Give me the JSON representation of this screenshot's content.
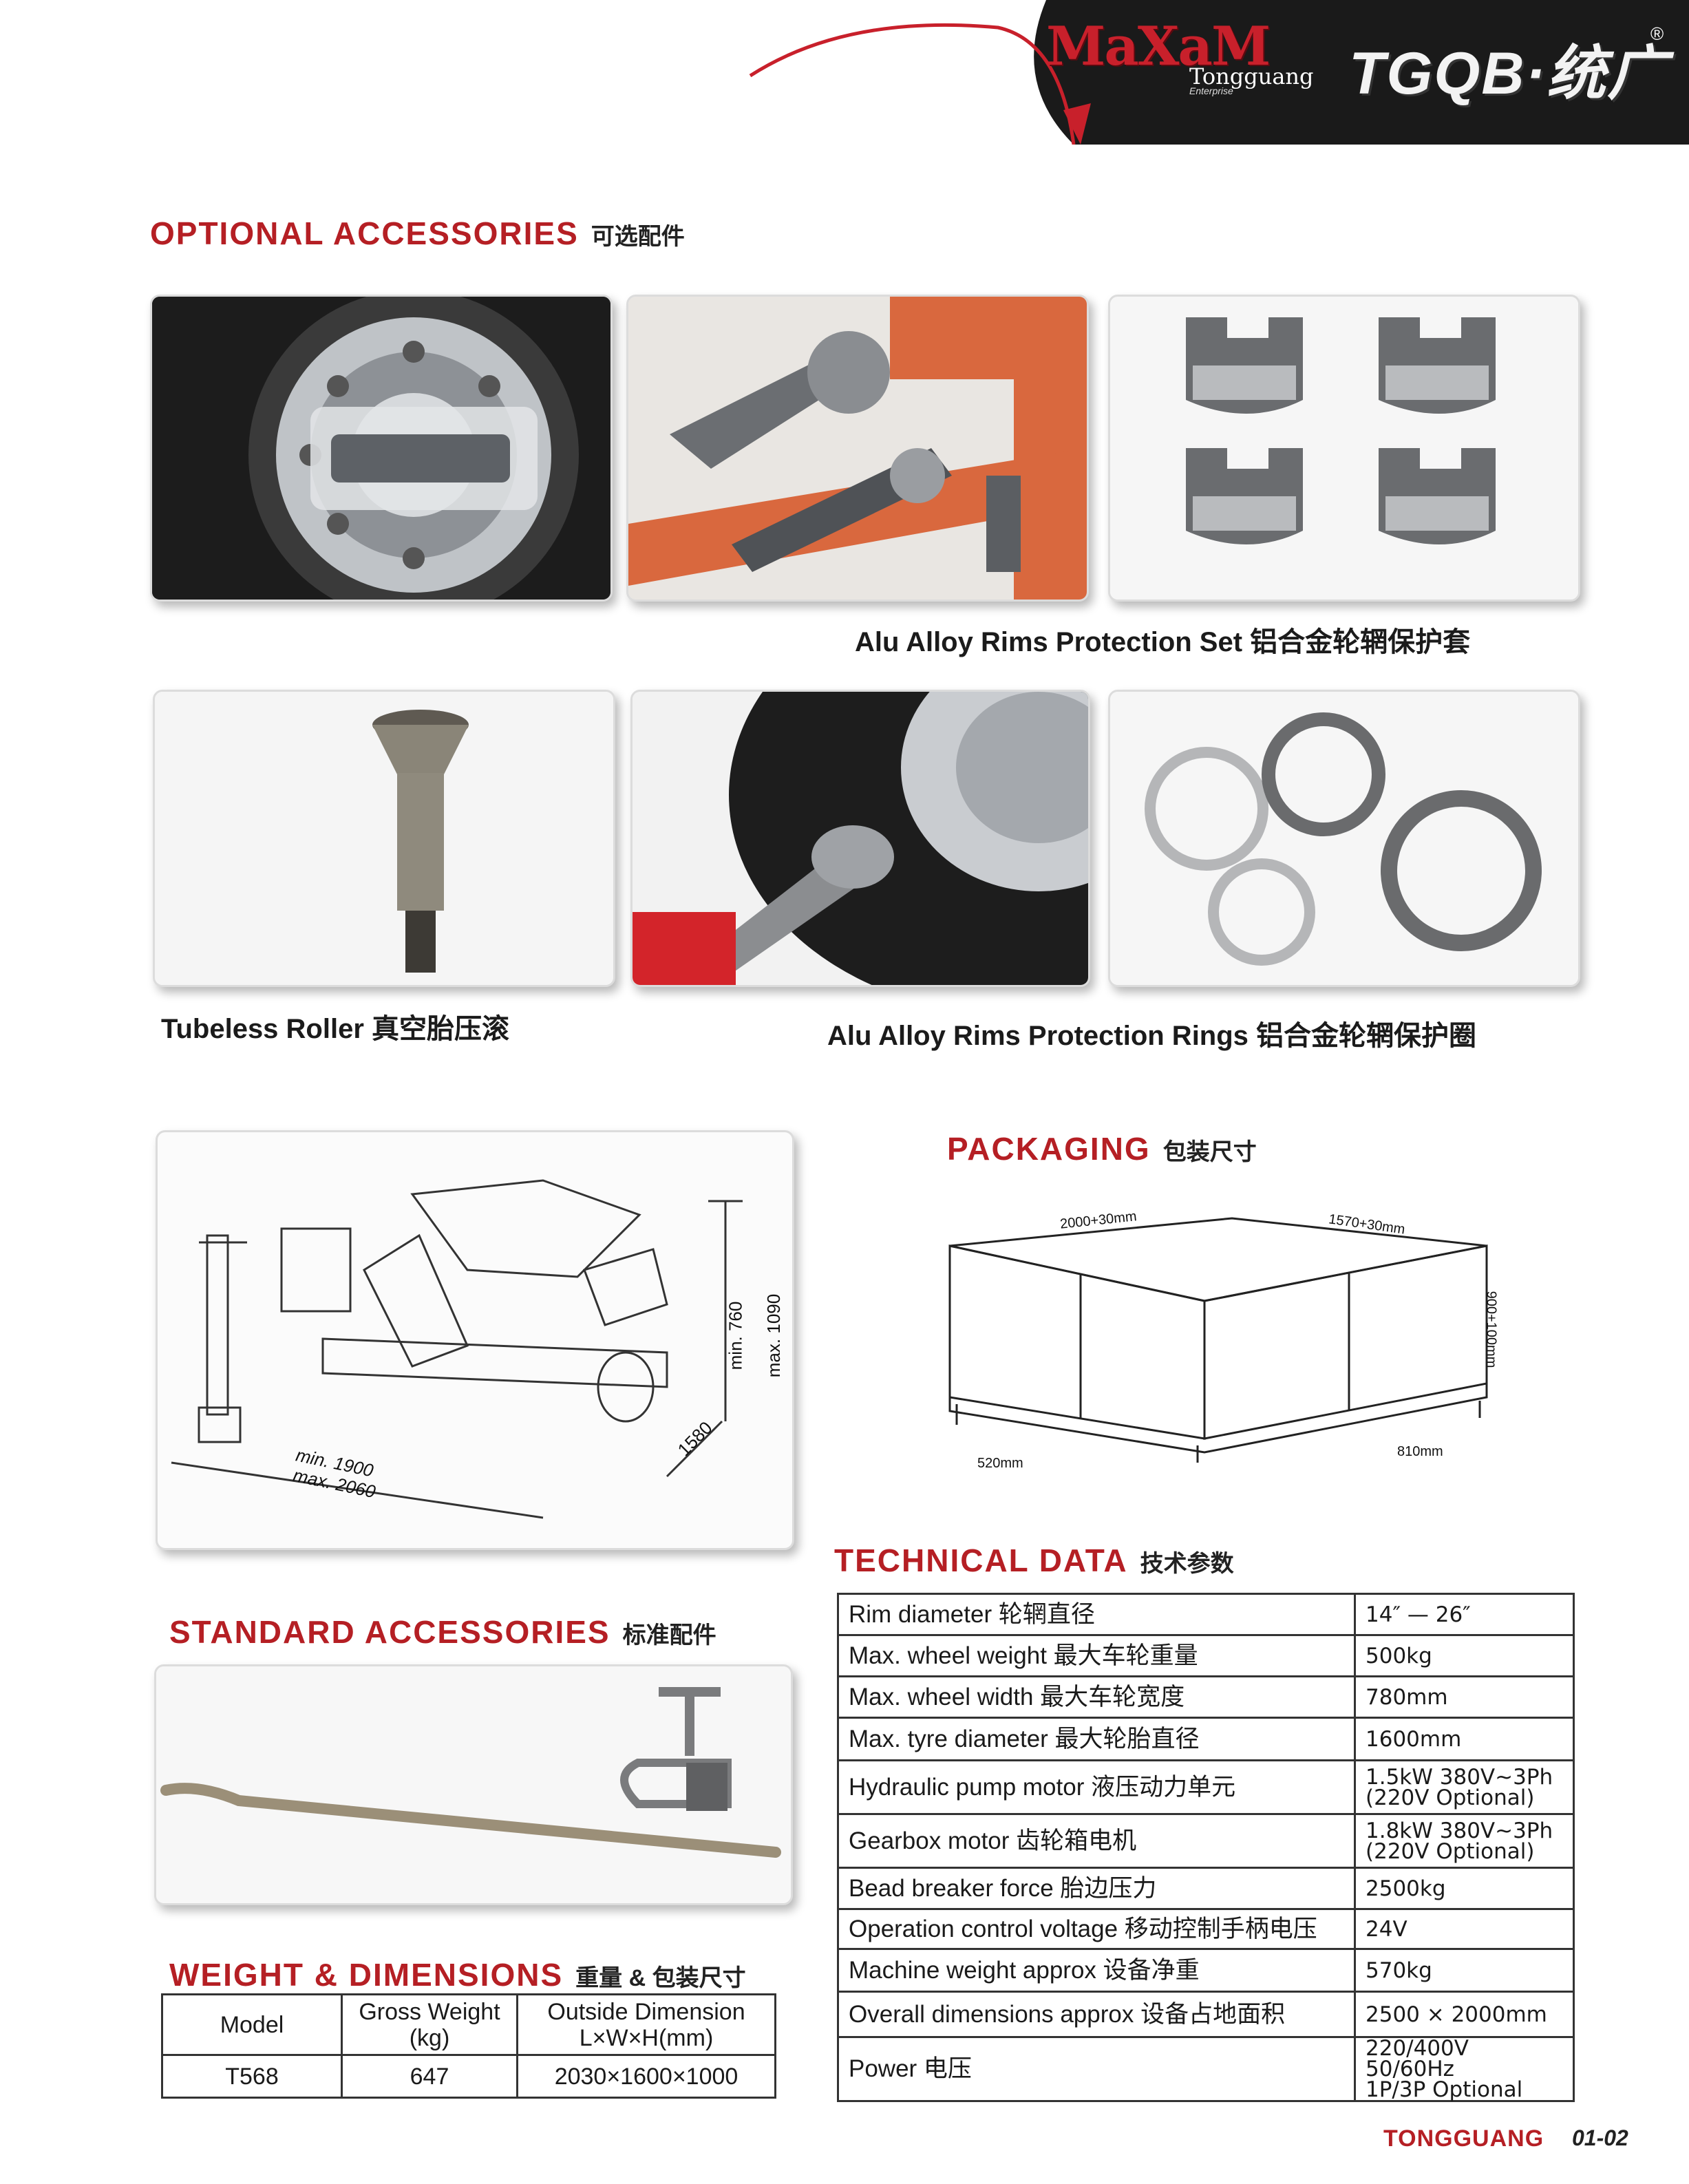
{
  "header": {
    "brand_main": "MaXaM",
    "brand_sub": "Tongguang",
    "brand_enterprise": "Enterprise",
    "brand_secondary": "TGQB·统广",
    "registered_mark": "®"
  },
  "optional_accessories": {
    "title": "OPTIONAL ACCESSORIES",
    "title_cn": "可选配件",
    "captions": {
      "rims_set": "Alu Alloy Rims Protection Set  铝合金轮辋保护套",
      "tubeless_roller": "Tubeless Roller  真空胎压滚",
      "rims_rings": "Alu Alloy Rims Protection Rings  铝合金轮辋保护圈"
    }
  },
  "machine_drawing": {
    "labels": [
      "min. 760",
      "max. 1090",
      "1580",
      "min. 1900",
      "max. 2060"
    ]
  },
  "packaging": {
    "title": "PACKAGING",
    "title_cn": "包装尺寸",
    "labels": [
      "2000+30mm",
      "1570+30mm",
      "900+100mm",
      "520mm",
      "810mm"
    ]
  },
  "standard_accessories": {
    "title": "STANDARD ACCESSORIES",
    "title_cn": "标准配件"
  },
  "weight_dimensions": {
    "title": "WEIGHT & DIMENSIONS",
    "title_cn": "重量 & 包装尺寸",
    "headers": [
      "Model",
      "Gross Weight (kg)",
      "Outside Dimension L×W×H(mm)"
    ],
    "row": [
      "T568",
      "647",
      "2030×1600×1000"
    ]
  },
  "technical_data": {
    "title": "TECHNICAL DATA",
    "title_cn": "技术参数",
    "rows": [
      {
        "label": "Rim diameter 轮辋直径",
        "value": "14″  —  26″"
      },
      {
        "label": "Max. wheel weight 最大车轮重量",
        "value": "500kg"
      },
      {
        "label": "Max. wheel width 最大车轮宽度",
        "value": "780mm"
      },
      {
        "label": "Max. tyre diameter 最大轮胎直径",
        "value": "1600mm"
      },
      {
        "label": "Hydraulic pump motor 液压动力单元",
        "value": "1.5kW 380V~3Ph\n(220V Optional)"
      },
      {
        "label": "Gearbox motor 齿轮箱电机",
        "value": "1.8kW 380V~3Ph\n(220V Optional)"
      },
      {
        "label": "Bead breaker force 胎边压力",
        "value": "2500kg"
      },
      {
        "label": "Operation control voltage 移动控制手柄电压",
        "value": "24V"
      },
      {
        "label": "Machine weight approx 设备净重",
        "value": "570kg"
      },
      {
        "label": "Overall dimensions approx 设备占地面积",
        "value": "2500 × 2000mm"
      },
      {
        "label": "Power 电压",
        "value": "220/400V 50/60Hz\n1P/3P Optional"
      }
    ]
  },
  "footer": {
    "brand": "TONGGUANG",
    "page": "01-02"
  }
}
